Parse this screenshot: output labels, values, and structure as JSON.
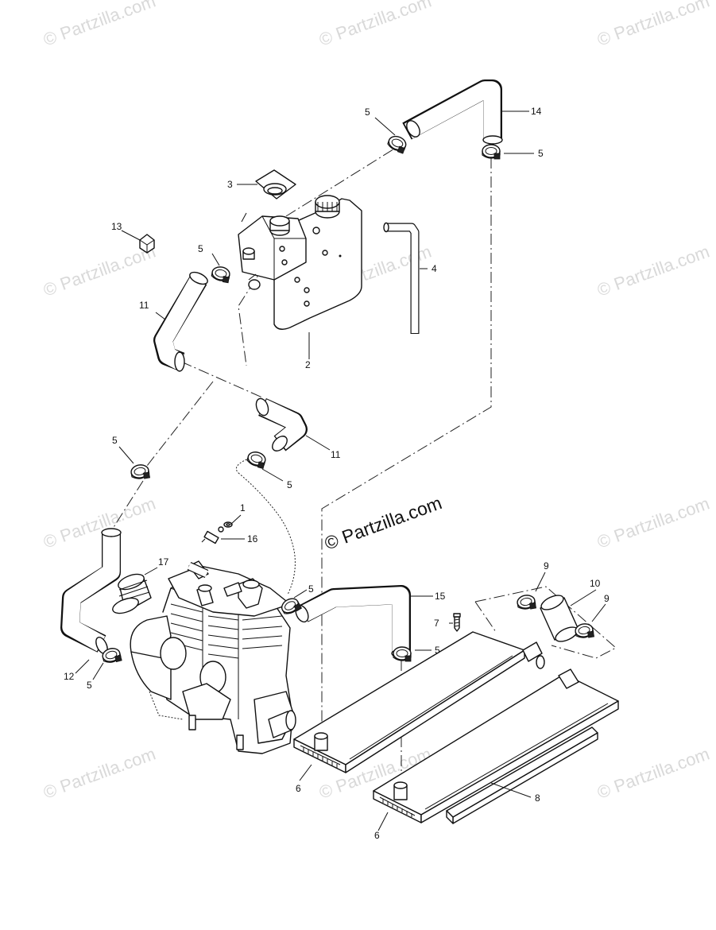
{
  "watermark": "© Partzilla.com",
  "callouts": {
    "c1": "1",
    "c2": "2",
    "c3": "3",
    "c4": "4",
    "c5a": "5",
    "c5b": "5",
    "c5c": "5",
    "c5d": "5",
    "c5e": "5",
    "c5f": "5",
    "c5g": "5",
    "c5h": "5",
    "c6a": "6",
    "c6b": "6",
    "c7": "7",
    "c8": "8",
    "c9a": "9",
    "c9b": "9",
    "c10": "10",
    "c11a": "11",
    "c11b": "11",
    "c12": "12",
    "c13": "13",
    "c14": "14",
    "c15": "15",
    "c16": "16",
    "c17": "17"
  }
}
